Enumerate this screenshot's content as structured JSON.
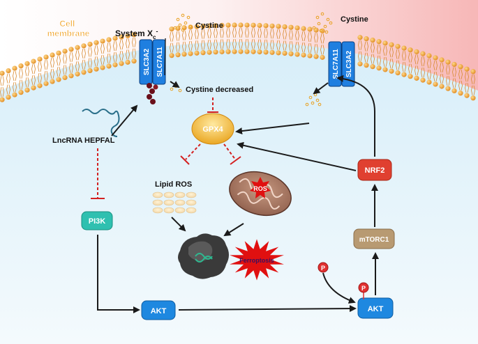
{
  "labels": {
    "cell_membrane": "Cell\nmembrane",
    "system_xc": "System X",
    "system_xc_sub": "c",
    "system_xc_sup": "-",
    "cystine_left": "Cystine",
    "cystine_right": "Cystine",
    "cystine_decreased": "Cystine decreased",
    "lncrna": "LncRNA HEPFAL",
    "lipid_ros": "Lipid ROS",
    "ros": "ROS",
    "ferroptosis": "Ferroptosis",
    "phospho": "P"
  },
  "transporters": {
    "left": [
      "SLC3A2",
      "SLC7A11"
    ],
    "right": [
      "SLC7A11",
      "SLC3A2"
    ]
  },
  "nodes": {
    "gpx4": "GPX4",
    "pi3k": "PI3K",
    "akt_left": "AKT",
    "akt_right": "AKT",
    "mtorc1": "mTORC1",
    "nrf2": "NRF2"
  },
  "colors": {
    "membrane_head": "#f2a33a",
    "transporter": "#1f7fe0",
    "activation_arrow": "#1a1a1a",
    "inhibition_arrow": "#d42020",
    "gpx4": "#f0b030",
    "pi3k": "#2fc0b0",
    "akt": "#1e88e0",
    "mtorc1": "#b89a72",
    "nrf2": "#e04030",
    "ferroptosis": "#e01010"
  }
}
